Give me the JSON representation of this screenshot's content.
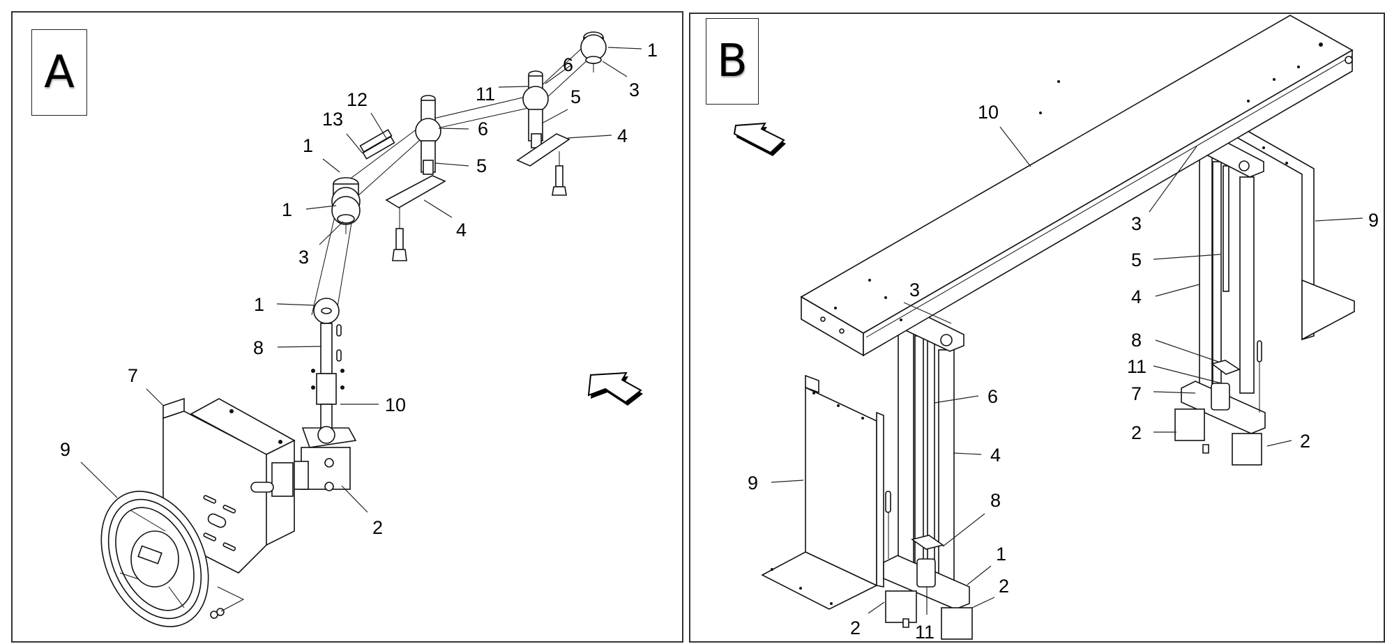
{
  "panels": [
    {
      "id": "A",
      "letter": "A",
      "callouts": [
        {
          "label": "1"
        },
        {
          "label": "6"
        },
        {
          "label": "3"
        },
        {
          "label": "11"
        },
        {
          "label": "5"
        },
        {
          "label": "12"
        },
        {
          "label": "13"
        },
        {
          "label": "6"
        },
        {
          "label": "4"
        },
        {
          "label": "1"
        },
        {
          "label": "5"
        },
        {
          "label": "1"
        },
        {
          "label": "4"
        },
        {
          "label": "3"
        },
        {
          "label": "1"
        },
        {
          "label": "8"
        },
        {
          "label": "7"
        },
        {
          "label": "10"
        },
        {
          "label": "9"
        },
        {
          "label": "2"
        }
      ],
      "direction_arrow": "arrow-up-left-icon"
    },
    {
      "id": "B",
      "letter": "B",
      "callouts": [
        {
          "label": "10"
        },
        {
          "label": "3"
        },
        {
          "label": "9"
        },
        {
          "label": "5"
        },
        {
          "label": "4"
        },
        {
          "label": "3"
        },
        {
          "label": "8"
        },
        {
          "label": "11"
        },
        {
          "label": "7"
        },
        {
          "label": "6"
        },
        {
          "label": "2"
        },
        {
          "label": "2"
        },
        {
          "label": "4"
        },
        {
          "label": "9"
        },
        {
          "label": "8"
        },
        {
          "label": "1"
        },
        {
          "label": "2"
        },
        {
          "label": "2"
        },
        {
          "label": "11"
        }
      ],
      "direction_arrow": "arrow-up-left-icon"
    }
  ]
}
